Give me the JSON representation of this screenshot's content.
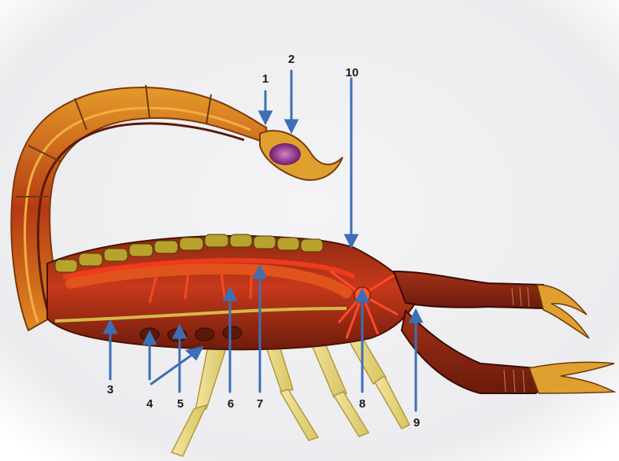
{
  "labels": {
    "l1": "1",
    "l2": "2",
    "l3": "3",
    "l4": "4",
    "l5": "5",
    "l6": "6",
    "l7": "7",
    "l8": "8",
    "l9": "9",
    "l10": "10"
  },
  "colors": {
    "arrow": "#3d6fb6",
    "cuticle": "#d98a1f",
    "body_dark": "#7a1e10",
    "body_red": "#c8381a",
    "vessel": "#ef3a1c",
    "segment_yellow": "#b8a22c",
    "leg": "#e8d77a",
    "venom_gland": "#8a2a8c"
  },
  "icons": [
    "scorpion-anatomy-illustration",
    "pointer-arrow"
  ]
}
